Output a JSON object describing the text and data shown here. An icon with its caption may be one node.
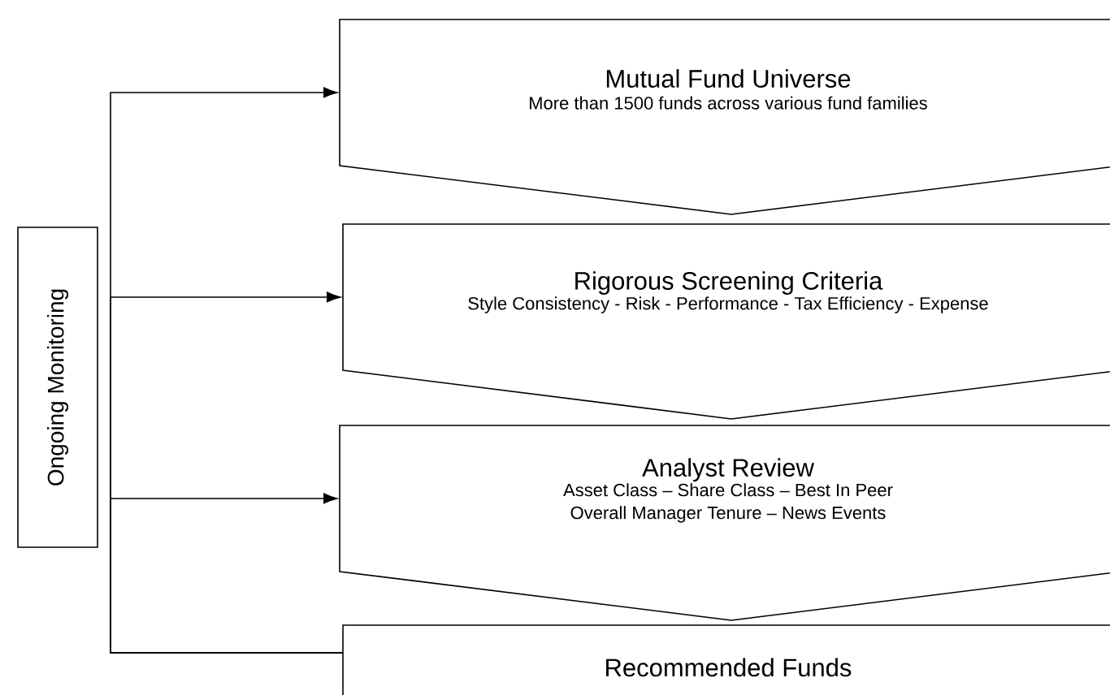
{
  "diagram": {
    "nodes": [
      {
        "text": [
          "Ongoing Monitoring"
        ]
      },
      {
        "text": [
          "Mutual Fund Universe",
          "More than 1500 funds across various fund families"
        ]
      },
      {
        "text": [
          "Rigorous Screening Criteria",
          "Style Consistency - Risk - Performance - Tax Efficiency - Expense"
        ]
      },
      {
        "text": [
          "Analyst Review",
          "Asset Class – Share Class – Best In Peer Overall Manager Tenure – News Events"
        ]
      },
      {
        "text": [
          "Recommended Funds"
        ]
      }
    ],
    "edges": [
      {
        "from": 4,
        "to": 1,
        "arrow": "to"
      },
      {
        "from": 4,
        "to": 2,
        "arrow": "to"
      },
      {
        "from": 4,
        "to": 3,
        "arrow": "to"
      }
    ]
  }
}
